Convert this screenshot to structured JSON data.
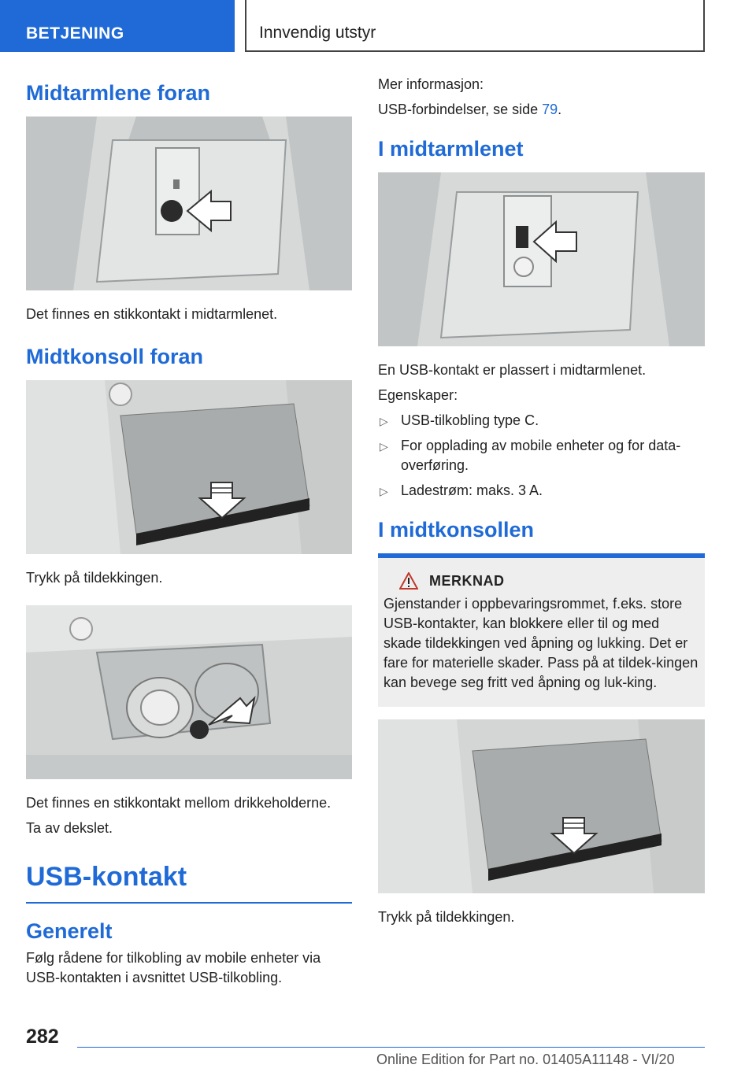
{
  "header": {
    "section": "BETJENING",
    "chapter": "Innvendig utstyr"
  },
  "left": {
    "heading1": "Midtarmlene foran",
    "caption1": "Det finnes en stikkontakt i midtarmlenet.",
    "heading2": "Midtkonsoll foran",
    "caption2": "Trykk på tildekkingen.",
    "caption3a": "Det finnes en stikkontakt mellom drikkeholderne.",
    "caption3b": "Ta av dekslet.",
    "chapter": "USB-kontakt",
    "sub": "Generelt",
    "general_text": "Følg rådene for tilkobling av mobile enheter via USB-kontakten i avsnittet USB-tilkobling."
  },
  "right": {
    "more_info": "Mer informasjon:",
    "usb_ref_prefix": "USB-forbindelser, se side ",
    "usb_ref_page": "79",
    "usb_ref_suffix": ".",
    "heading1": "I midtarmlenet",
    "caption1": "En USB-kontakt er plassert i midtarmlenet.",
    "properties": "Egenskaper:",
    "bullets": [
      "USB-tilkobling type C.",
      "For opplading av mobile enheter og for data-overføring.",
      "Ladestrøm: maks. 3 A."
    ],
    "heading2": "I midtkonsollen",
    "notice_label": "MERKNAD",
    "notice_text": "Gjenstander i oppbevaringsrommet, f.eks. store USB-kontakter, kan blokkere eller til og med skade tildekkingen ved åpning og lukking. Det er fare for materielle skader. Pass på at tildek-kingen kan bevege seg fritt ved åpning og luk-king.",
    "caption2": "Trykk på tildekkingen."
  },
  "footer": {
    "page": "282",
    "edition": "Online Edition for Part no. 01405A11148 - VI/20"
  },
  "colors": {
    "accent": "#1f6ad6",
    "notice_bg": "#eeeeee"
  }
}
